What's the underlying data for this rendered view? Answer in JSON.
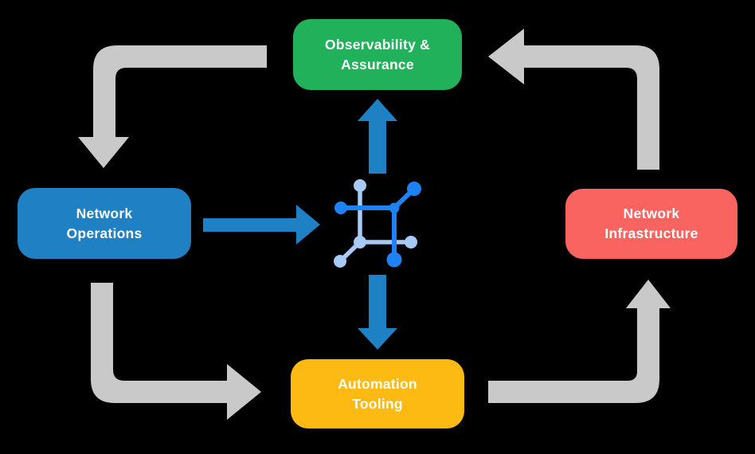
{
  "colors": {
    "background": "#000000",
    "node_text": "#FFFFFF",
    "gray_arrow": "#C9C9C9",
    "blue_arrow": "#1E81C4",
    "icon_dark_blue": "#1E82F5",
    "icon_light_blue": "#A5CBF6",
    "node_green": "#22B15B",
    "node_blue": "#1F81C4",
    "node_red": "#F96461",
    "node_yellow": "#FDBA13"
  },
  "diagram": {
    "nodes": [
      {
        "id": "observability-assurance",
        "label": "Observability & Assurance",
        "lines": [
          "Observability &",
          "Assurance"
        ],
        "color": "#22B15B"
      },
      {
        "id": "network-operations",
        "label": "Network Operations",
        "lines": [
          "Network",
          "Operations"
        ],
        "color": "#1F81C4"
      },
      {
        "id": "network-infrastructure",
        "label": "Network Infrastructure",
        "lines": [
          "Network",
          "Infrastructure"
        ],
        "color": "#F96461"
      },
      {
        "id": "automation-tooling",
        "label": "Automation Tooling",
        "lines": [
          "Automation",
          "Tooling"
        ],
        "color": "#FDBA13"
      }
    ],
    "center_icon": "network-mesh-icon",
    "edges": [
      {
        "from": "observability-assurance",
        "to": "network-operations",
        "style": "gray-elbow"
      },
      {
        "from": "network-operations",
        "to": "automation-tooling",
        "style": "gray-elbow"
      },
      {
        "from": "automation-tooling",
        "to": "network-infrastructure",
        "style": "gray-elbow"
      },
      {
        "from": "network-infrastructure",
        "to": "observability-assurance",
        "style": "gray-elbow"
      },
      {
        "from": "network-operations",
        "to": "center",
        "style": "blue-straight"
      },
      {
        "from": "center",
        "to": "observability-assurance",
        "style": "blue-straight"
      },
      {
        "from": "center",
        "to": "automation-tooling",
        "style": "blue-straight"
      }
    ]
  }
}
